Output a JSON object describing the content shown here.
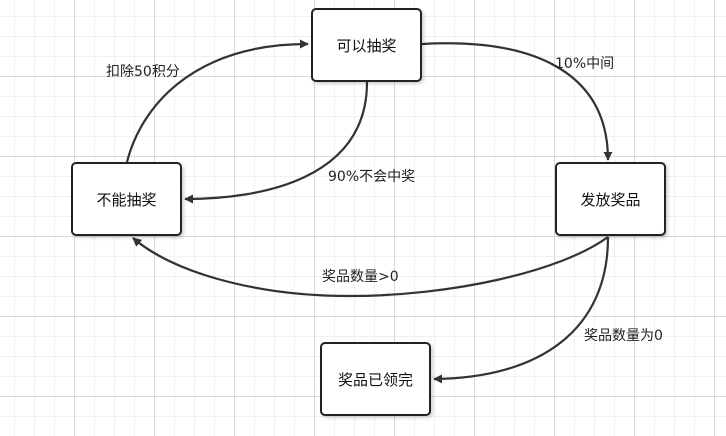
{
  "nodes": {
    "can_draw": "可以抽奖",
    "cannot_draw": "不能抽奖",
    "issue_prize": "发放奖品",
    "prize_claimed": "奖品已领完"
  },
  "edges": {
    "deduct_points": "扣除50积分",
    "hit_ten": "10%中间",
    "miss_ninety": "90%不会中奖",
    "stock_positive": "奖品数量>0",
    "stock_zero": "奖品数量为0"
  },
  "colors": {
    "line": "#333333",
    "border": "#222222",
    "grid_major": "#d9d9d9",
    "grid_minor": "#f0f0f0"
  }
}
